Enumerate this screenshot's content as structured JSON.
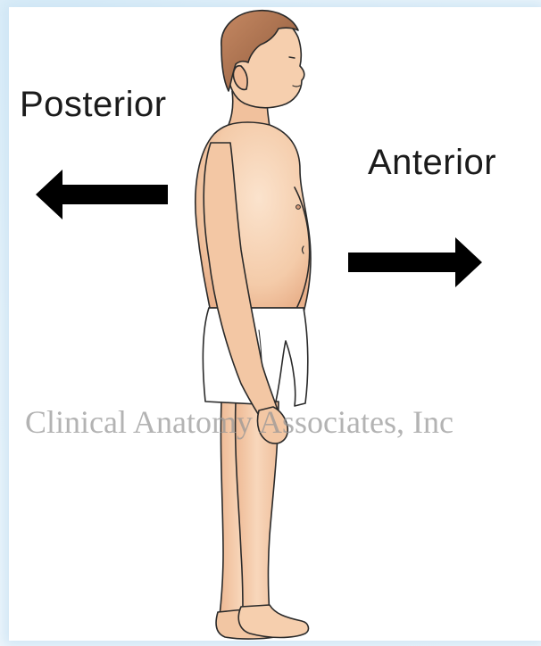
{
  "labels": {
    "posterior": "Posterior",
    "anterior": "Anterior"
  },
  "watermark": "Clinical Anatomy Associates, Inc",
  "arrows": [
    {
      "direction": "left",
      "meaning": "posterior"
    },
    {
      "direction": "right",
      "meaning": "anterior"
    }
  ],
  "illustration": "human-figure-lateral-view-icon",
  "colors": {
    "arrow": "#000000",
    "skin": "#f6cfae",
    "outline": "#2a2a2a",
    "hair": "#b97952",
    "shorts": "#ffffff",
    "watermark": "#969696"
  }
}
